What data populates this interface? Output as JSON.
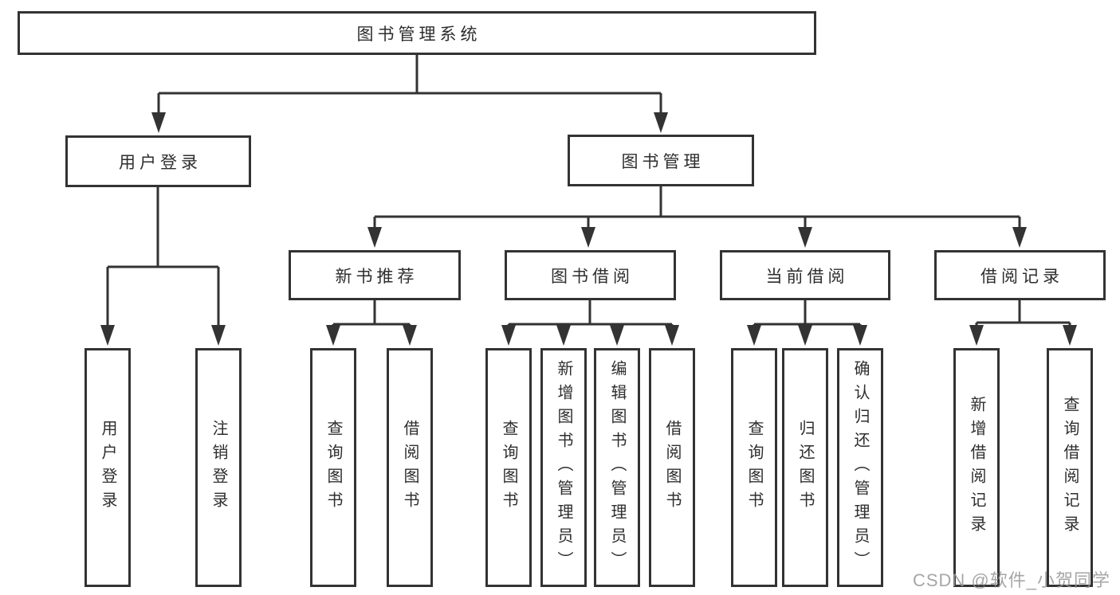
{
  "diagram_title": "图书管理系统",
  "nodes": {
    "root": "图书管理系统",
    "user_login": "用户登录",
    "book_mgmt": "图书管理",
    "new_book_rec": "新书推荐",
    "book_borrow": "图书借阅",
    "current_borrow": "当前借阅",
    "borrow_record": "借阅记录",
    "ul_user_login": "用户登录",
    "ul_logout": "注销登录",
    "nbr_query_book": "查询图书",
    "nbr_borrow_book": "借阅图书",
    "bb_query_book": "查询图书",
    "bb_add_book": "新增图书（管理员）",
    "bb_edit_book": "编辑图书（管理员）",
    "bb_borrow_book": "借阅图书",
    "cb_query_book": "查询图书",
    "cb_return_book": "归还图书",
    "cb_confirm_return": "确认归还（管理员）",
    "br_add_record": "新增借阅记录",
    "br_query_record": "查询借阅记录"
  },
  "hierarchy": {
    "图书管理系统": {
      "用户登录": [
        "用户登录",
        "注销登录"
      ],
      "图书管理": {
        "新书推荐": [
          "查询图书",
          "借阅图书"
        ],
        "图书借阅": [
          "查询图书",
          "新增图书（管理员）",
          "编辑图书（管理员）",
          "借阅图书"
        ],
        "当前借阅": [
          "查询图书",
          "归还图书",
          "确认归还（管理员）"
        ],
        "借阅记录": [
          "新增借阅记录",
          "查询借阅记录"
        ]
      }
    }
  },
  "watermark": "CSDN @软件_小贺同学",
  "colors": {
    "line": "#333333",
    "box_border": "#333333",
    "text": "#2e2e2e",
    "watermark": "#969696",
    "background": "#ffffff"
  }
}
